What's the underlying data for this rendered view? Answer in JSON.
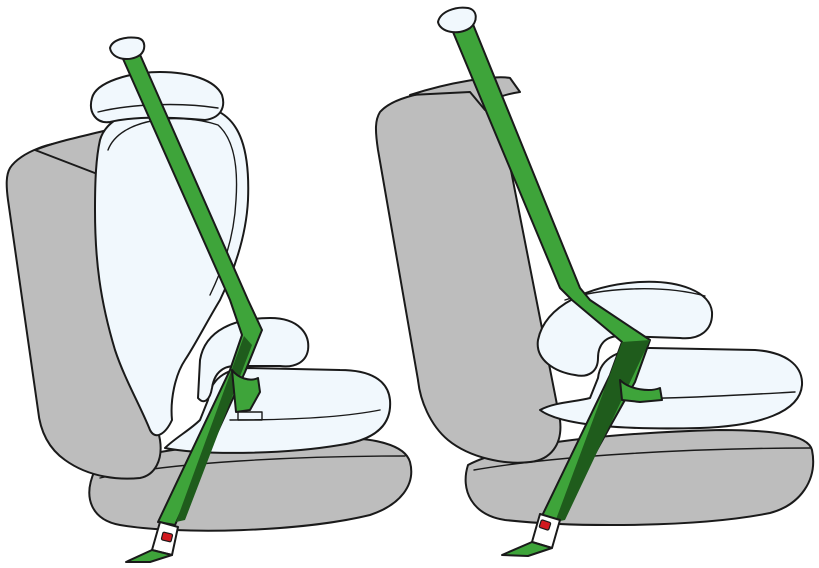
{
  "illustration": {
    "panels": [
      {
        "name": "booster-with-backrest",
        "components": [
          "vehicle-seat",
          "booster-backrest",
          "headrest",
          "booster-seat-base",
          "seat-belt",
          "belt-buckle"
        ]
      },
      {
        "name": "booster-cushion-only",
        "components": [
          "vehicle-seat",
          "booster-seat-base",
          "seat-belt",
          "belt-buckle"
        ]
      }
    ]
  },
  "colors": {
    "vehicle_seat": "#bdbdbd",
    "booster_shell": "#f1f8fd",
    "seat_belt": "#3ea43a",
    "seat_belt_dark": "#1f5c1c",
    "buckle_release": "#d2191f",
    "outline": "#1a1a1a",
    "background": "#ffffff"
  },
  "icons": [
    "seat-belt-icon",
    "belt-buckle-icon",
    "booster-seat-icon",
    "car-seat-icon"
  ]
}
